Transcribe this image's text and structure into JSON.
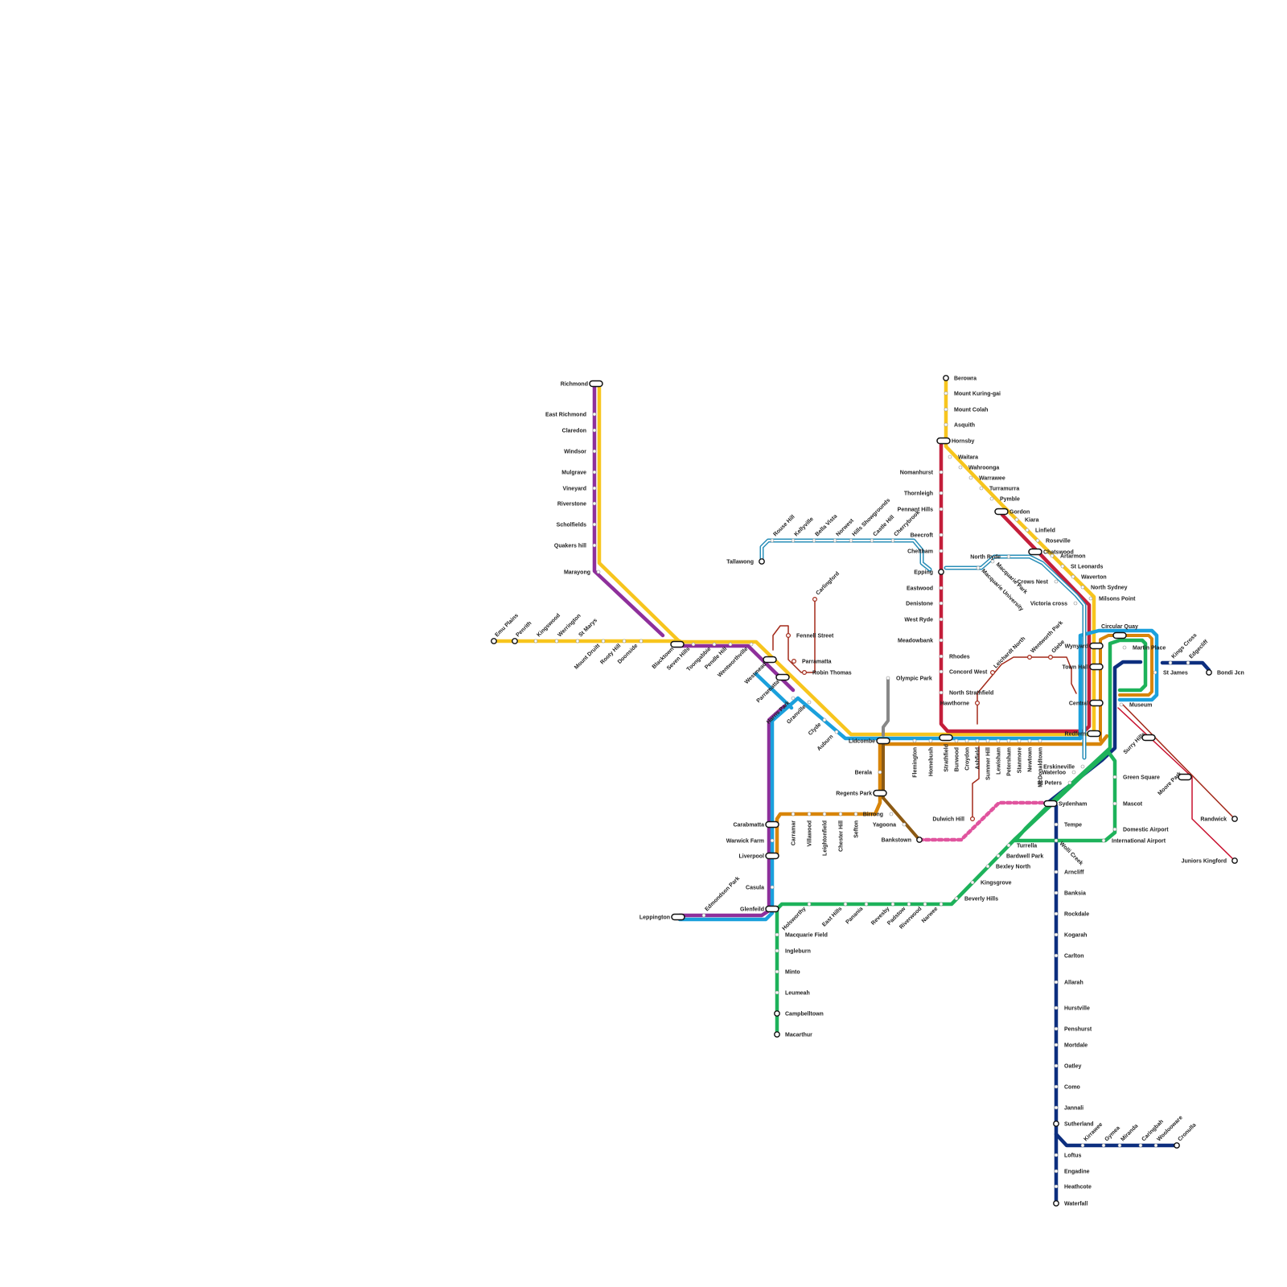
{
  "colors": {
    "yellow": "#f7c51e",
    "purple": "#8e2f9b",
    "red": "#c41e3a",
    "blue": "#1aa0dc",
    "orange": "#d8850a",
    "green": "#1db25a",
    "navy": "#0d2f7f",
    "teal": "#2a8fb8",
    "brown": "#8c5a14",
    "maroon": "#a32a1a",
    "grey": "#888888",
    "pink": "#e0549e",
    "tram_red": "#c8102e"
  },
  "stations": [
    {
      "key": "richmond",
      "name": "Richmond"
    },
    {
      "key": "east-richmond",
      "name": "East Richmond"
    },
    {
      "key": "claredon",
      "name": "Claredon"
    },
    {
      "key": "windsor",
      "name": "Windsor"
    },
    {
      "key": "mulgrave",
      "name": "Mulgrave"
    },
    {
      "key": "vineyard",
      "name": "Vineyard"
    },
    {
      "key": "riverstone",
      "name": "Riverstone"
    },
    {
      "key": "schofields",
      "name": "Scholfields"
    },
    {
      "key": "quakers-hill",
      "name": "Quakers hill"
    },
    {
      "key": "marayong",
      "name": "Marayong"
    },
    {
      "key": "emu-plains",
      "name": "Emu Plains"
    },
    {
      "key": "penrith",
      "name": "Penrith"
    },
    {
      "key": "kingswood",
      "name": "Kingswood"
    },
    {
      "key": "werrington",
      "name": "Werrington"
    },
    {
      "key": "st-marys",
      "name": "St Marys"
    },
    {
      "key": "mount-druitt",
      "name": "Mount Druitt"
    },
    {
      "key": "rooty-hill",
      "name": "Rooty Hill"
    },
    {
      "key": "doonside",
      "name": "Doonside"
    },
    {
      "key": "blacktown",
      "name": "Blacktown"
    },
    {
      "key": "seven-hills",
      "name": "Seven Hills"
    },
    {
      "key": "toongabbie",
      "name": "Toongabbie"
    },
    {
      "key": "pendle-hill",
      "name": "Pendle Hill"
    },
    {
      "key": "wentworthville",
      "name": "Wentworthville"
    },
    {
      "key": "westmead",
      "name": "Westmead"
    },
    {
      "key": "parramatta",
      "name": "Parramatta"
    },
    {
      "key": "harris-park",
      "name": "Harris Park"
    },
    {
      "key": "granville",
      "name": "Granville"
    },
    {
      "key": "clyde",
      "name": "Clyde"
    },
    {
      "key": "auburn",
      "name": "Auburn"
    },
    {
      "key": "lidcombe",
      "name": "Lidcombe"
    },
    {
      "key": "flemington",
      "name": "Flemington"
    },
    {
      "key": "homebush",
      "name": "Homebush"
    },
    {
      "key": "strathfield",
      "name": "Strathfield"
    },
    {
      "key": "burwood",
      "name": "Burwood"
    },
    {
      "key": "croydon",
      "name": "Croydon"
    },
    {
      "key": "ashfield",
      "name": "Ashfield"
    },
    {
      "key": "summer-hill",
      "name": "Summer Hill"
    },
    {
      "key": "lewisham",
      "name": "Lewisham"
    },
    {
      "key": "petersham",
      "name": "Petersham"
    },
    {
      "key": "stanmore",
      "name": "Stanmore"
    },
    {
      "key": "newtown",
      "name": "Newtown"
    },
    {
      "key": "macdonaldtown",
      "name": "McDonaldtown"
    },
    {
      "key": "redfern",
      "name": "Redfern"
    },
    {
      "key": "central",
      "name": "Central"
    },
    {
      "key": "town-hall",
      "name": "Town Hall"
    },
    {
      "key": "wynyard",
      "name": "Wynyard"
    },
    {
      "key": "circular-quay",
      "name": "Circular Quay"
    },
    {
      "key": "martin-place",
      "name": "Martin Place"
    },
    {
      "key": "st-james",
      "name": "St James"
    },
    {
      "key": "museum",
      "name": "Museum"
    },
    {
      "key": "kings-cross",
      "name": "Kings Cross"
    },
    {
      "key": "edgecliff",
      "name": "Edgecliff"
    },
    {
      "key": "bondi-jcn",
      "name": "Bondi Jcn"
    },
    {
      "key": "milsons-point",
      "name": "Milsons Point"
    },
    {
      "key": "north-sydney",
      "name": "North Sydney"
    },
    {
      "key": "waverton",
      "name": "Waverton"
    },
    {
      "key": "wollstonecraft",
      "name": "St Leonards"
    },
    {
      "key": "artarmon",
      "name": "Artarmon"
    },
    {
      "key": "chatswood",
      "name": "Chatswood"
    },
    {
      "key": "roseville",
      "name": "Roseville"
    },
    {
      "key": "lindfield",
      "name": "Linfield"
    },
    {
      "key": "killara",
      "name": "Kiara"
    },
    {
      "key": "gordon",
      "name": "Gordon"
    },
    {
      "key": "pymble",
      "name": "Pymble"
    },
    {
      "key": "turramurra",
      "name": "Turramurra"
    },
    {
      "key": "warrawee",
      "name": "Warrawee"
    },
    {
      "key": "wahroonga",
      "name": "Wahroonga"
    },
    {
      "key": "waitara",
      "name": "Waitara"
    },
    {
      "key": "hornsby",
      "name": "Hornsby"
    },
    {
      "key": "asquith",
      "name": "Asquith"
    },
    {
      "key": "mount-colah",
      "name": "Mount Colah"
    },
    {
      "key": "mount-kuring-gai",
      "name": "Mount Kuring-gai"
    },
    {
      "key": "berowra",
      "name": "Berowra"
    },
    {
      "key": "normanhurst",
      "name": "Nomanhurst"
    },
    {
      "key": "thornleigh",
      "name": "Thornleigh"
    },
    {
      "key": "pennant-hills",
      "name": "Pennant Hills"
    },
    {
      "key": "beecroft",
      "name": "Beecroft"
    },
    {
      "key": "cheltenham",
      "name": "Cheltham"
    },
    {
      "key": "epping",
      "name": "Epping"
    },
    {
      "key": "eastwood",
      "name": "Eastwood"
    },
    {
      "key": "denistone",
      "name": "Denistone"
    },
    {
      "key": "west-ryde",
      "name": "West Ryde"
    },
    {
      "key": "meadowbank",
      "name": "Meadowbank"
    },
    {
      "key": "rhodes",
      "name": "Rhodes"
    },
    {
      "key": "concord-west",
      "name": "Concord West"
    },
    {
      "key": "north-strathfield",
      "name": "North Strathfield"
    },
    {
      "key": "tallawong",
      "name": "Tallawong"
    },
    {
      "key": "rouse-hill",
      "name": "Rouse Hill"
    },
    {
      "key": "kellyville",
      "name": "Kellyville"
    },
    {
      "key": "bella-vista",
      "name": "Bella Vista"
    },
    {
      "key": "norwest",
      "name": "Norwest"
    },
    {
      "key": "hills-showground",
      "name": "Hills Showgrounds"
    },
    {
      "key": "castle-hill",
      "name": "Castle Hill"
    },
    {
      "key": "cherrybrook",
      "name": "Cherrybrook"
    },
    {
      "key": "macquarie-uni",
      "name": "Macquarie University"
    },
    {
      "key": "macquarie-park",
      "name": "Macquarie Park"
    },
    {
      "key": "north-ryde",
      "name": "North Ryde"
    },
    {
      "key": "crows-nest",
      "name": "Crows Nest"
    },
    {
      "key": "victoria-cross",
      "name": "Victoria cross"
    },
    {
      "key": "waterloo",
      "name": "Waterloo"
    },
    {
      "key": "carlingford",
      "name": "Carlingford"
    },
    {
      "key": "fennell-street",
      "name": "Fennell Street"
    },
    {
      "key": "parramatta-lr",
      "name": "Parramatta"
    },
    {
      "key": "robin-thomas",
      "name": "Robin Thomas"
    },
    {
      "key": "olympic-park",
      "name": "Olympic Park"
    },
    {
      "key": "berala",
      "name": "Berala"
    },
    {
      "key": "regents-park",
      "name": "Regents Park"
    },
    {
      "key": "birrong",
      "name": "Birrong"
    },
    {
      "key": "yagoona",
      "name": "Yagoona"
    },
    {
      "key": "bankstown",
      "name": "Bankstown"
    },
    {
      "key": "carramar",
      "name": "Carramar"
    },
    {
      "key": "villawood",
      "name": "Villawood"
    },
    {
      "key": "leightonfield",
      "name": "Leightonfield"
    },
    {
      "key": "chester-hill",
      "name": "Chester Hill"
    },
    {
      "key": "sefton",
      "name": "Sefton"
    },
    {
      "key": "cabramatta",
      "name": "Carabmatta"
    },
    {
      "key": "warwick-farm",
      "name": "Warwick Farm"
    },
    {
      "key": "liverpool",
      "name": "Liverpool"
    },
    {
      "key": "casula",
      "name": "Casula"
    },
    {
      "key": "glenfield",
      "name": "Glenfeild"
    },
    {
      "key": "edmondson-park",
      "name": "Edmondson Park"
    },
    {
      "key": "leppington",
      "name": "Leppington"
    },
    {
      "key": "macquarie-fields",
      "name": "Macquarie Field"
    },
    {
      "key": "ingleburn",
      "name": "Ingleburn"
    },
    {
      "key": "minto",
      "name": "Minto"
    },
    {
      "key": "leumeah",
      "name": "Leumeah"
    },
    {
      "key": "campbelltown",
      "name": "Campbelltown"
    },
    {
      "key": "macarthur",
      "name": "Macarthur"
    },
    {
      "key": "holsworthy",
      "name": "Holsworthy"
    },
    {
      "key": "east-hills",
      "name": "East Hills"
    },
    {
      "key": "panania",
      "name": "Panania"
    },
    {
      "key": "revesby",
      "name": "Revesby"
    },
    {
      "key": "padstow",
      "name": "Padstow"
    },
    {
      "key": "riverwood",
      "name": "Riverwood"
    },
    {
      "key": "narwee",
      "name": "Narwee"
    },
    {
      "key": "beverly-hills",
      "name": "Beverly Hills"
    },
    {
      "key": "kingsgrove",
      "name": "Kingsgrove"
    },
    {
      "key": "bexley-north",
      "name": "Bexley North"
    },
    {
      "key": "bardwell-park",
      "name": "Bardwell Park"
    },
    {
      "key": "turrella",
      "name": "Turrella"
    },
    {
      "key": "wolli-creek",
      "name": "Wolli Creek"
    },
    {
      "key": "international-airport",
      "name": "International Airport"
    },
    {
      "key": "domestic-airport",
      "name": "Domestic Airport"
    },
    {
      "key": "mascot",
      "name": "Mascot"
    },
    {
      "key": "green-square",
      "name": "Green Square"
    },
    {
      "key": "erskineville",
      "name": "Erskineville"
    },
    {
      "key": "st-peters",
      "name": "St Peters"
    },
    {
      "key": "sydenham",
      "name": "Sydenham"
    },
    {
      "key": "tempe",
      "name": "Tempe"
    },
    {
      "key": "arncliffe",
      "name": "Arncliff"
    },
    {
      "key": "banksia",
      "name": "Banksia"
    },
    {
      "key": "rockdale",
      "name": "Rockdale"
    },
    {
      "key": "kogarah",
      "name": "Kogarah"
    },
    {
      "key": "carlton",
      "name": "Carlton"
    },
    {
      "key": "allawah",
      "name": "Allarah"
    },
    {
      "key": "hurstville",
      "name": "Hurstville"
    },
    {
      "key": "penshurst",
      "name": "Penshurst"
    },
    {
      "key": "mortdale",
      "name": "Mortdale"
    },
    {
      "key": "oatley",
      "name": "Oatley"
    },
    {
      "key": "como",
      "name": "Como"
    },
    {
      "key": "jannali",
      "name": "Jannali"
    },
    {
      "key": "sutherland",
      "name": "Sutherland"
    },
    {
      "key": "loftus",
      "name": "Loftus"
    },
    {
      "key": "engadine",
      "name": "Engadine"
    },
    {
      "key": "heathcote",
      "name": "Heathcote"
    },
    {
      "key": "waterfall",
      "name": "Waterfall"
    },
    {
      "key": "kirrawee",
      "name": "Kirrawee"
    },
    {
      "key": "gymea",
      "name": "Gymea"
    },
    {
      "key": "miranda",
      "name": "Miranda"
    },
    {
      "key": "caringbah",
      "name": "Caringbah"
    },
    {
      "key": "woolooware",
      "name": "Woolooware"
    },
    {
      "key": "cronulla",
      "name": "Cronulla"
    },
    {
      "key": "surry-hills",
      "name": "Surry Hills"
    },
    {
      "key": "moore-park",
      "name": "Moore Park"
    },
    {
      "key": "randwick",
      "name": "Randwick"
    },
    {
      "key": "juniors-kingsford",
      "name": "Juniors Kingford"
    },
    {
      "key": "leichhardt-north",
      "name": "Leichardt North"
    },
    {
      "key": "wentworth-park",
      "name": "Wentworth Park"
    },
    {
      "key": "glebe",
      "name": "Glebe"
    },
    {
      "key": "hawthorne",
      "name": "Hawthorne"
    },
    {
      "key": "dulwich-hill",
      "name": "Dulwich Hill"
    }
  ]
}
